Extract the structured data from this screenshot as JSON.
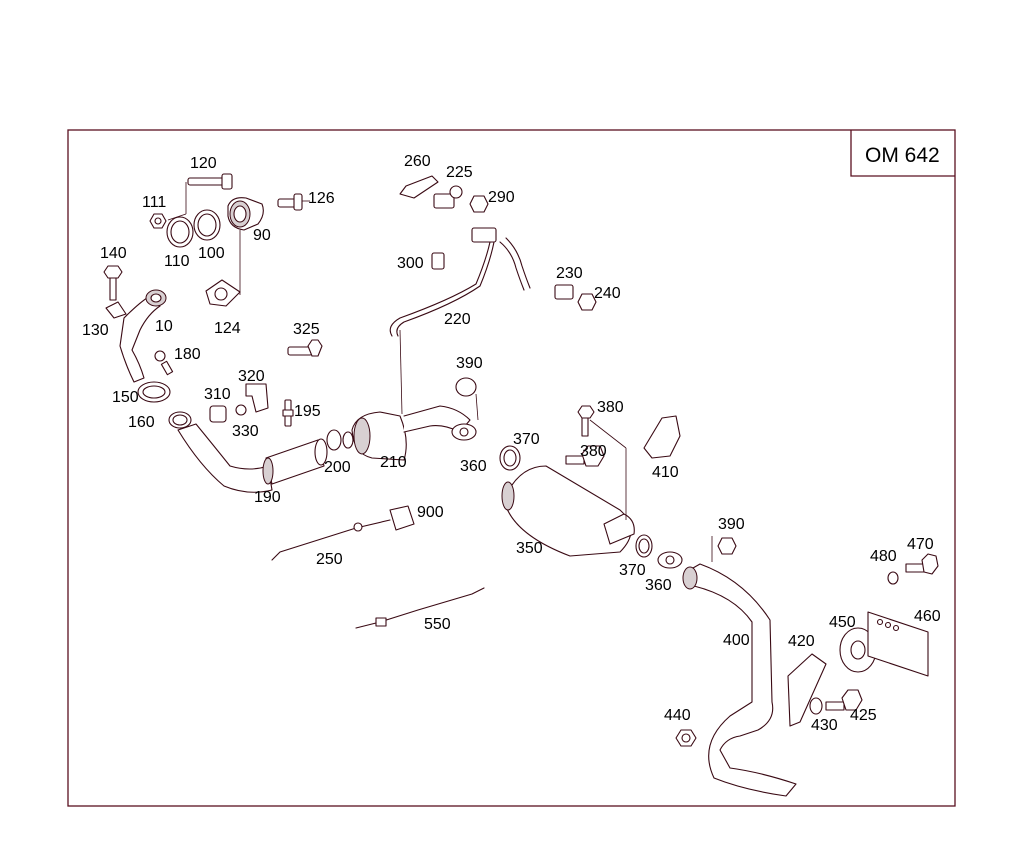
{
  "title_box": {
    "text": "OM 642"
  },
  "colors": {
    "frame": "#5a1020",
    "line": "#3a0a14",
    "text": "#000000",
    "background": "#ffffff"
  },
  "labels": {
    "l120": "120",
    "l111": "111",
    "l126": "126",
    "l110": "110",
    "l100": "100",
    "l90": "90",
    "l140": "140",
    "l130": "130",
    "l10": "10",
    "l124": "124",
    "l180": "180",
    "l150": "150",
    "l160": "160",
    "l310": "310",
    "l330": "330",
    "l320": "320",
    "l325": "325",
    "l195": "195",
    "l190": "190",
    "l200": "200",
    "l210": "210",
    "l260": "260",
    "l225": "225",
    "l290": "290",
    "l300": "300",
    "l220": "220",
    "l230": "230",
    "l240": "240",
    "l390a": "390",
    "l360a": "360",
    "l370a": "370",
    "l380a": "380",
    "l380b": "380",
    "l410": "410",
    "l350": "350",
    "l900": "900",
    "l250": "250",
    "l550": "550",
    "l370b": "370",
    "l360b": "360",
    "l390b": "390",
    "l400": "400",
    "l420": "420",
    "l440": "440",
    "l430": "430",
    "l425": "425",
    "l450": "450",
    "l480": "480",
    "l470": "470",
    "l460": "460"
  }
}
